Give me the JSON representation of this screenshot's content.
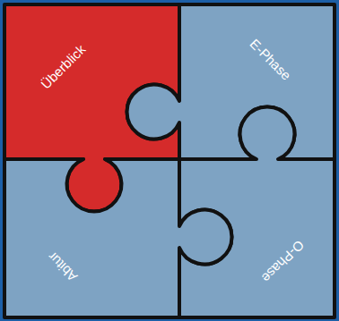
{
  "diagram": {
    "nodes": [
      {
        "text": [
          "Überblick"
        ]
      },
      {
        "text": [
          "E-Phase"
        ]
      },
      {
        "text": [
          "O-Phase"
        ]
      },
      {
        "text": [
          "Abitur"
        ]
      }
    ]
  }
}
